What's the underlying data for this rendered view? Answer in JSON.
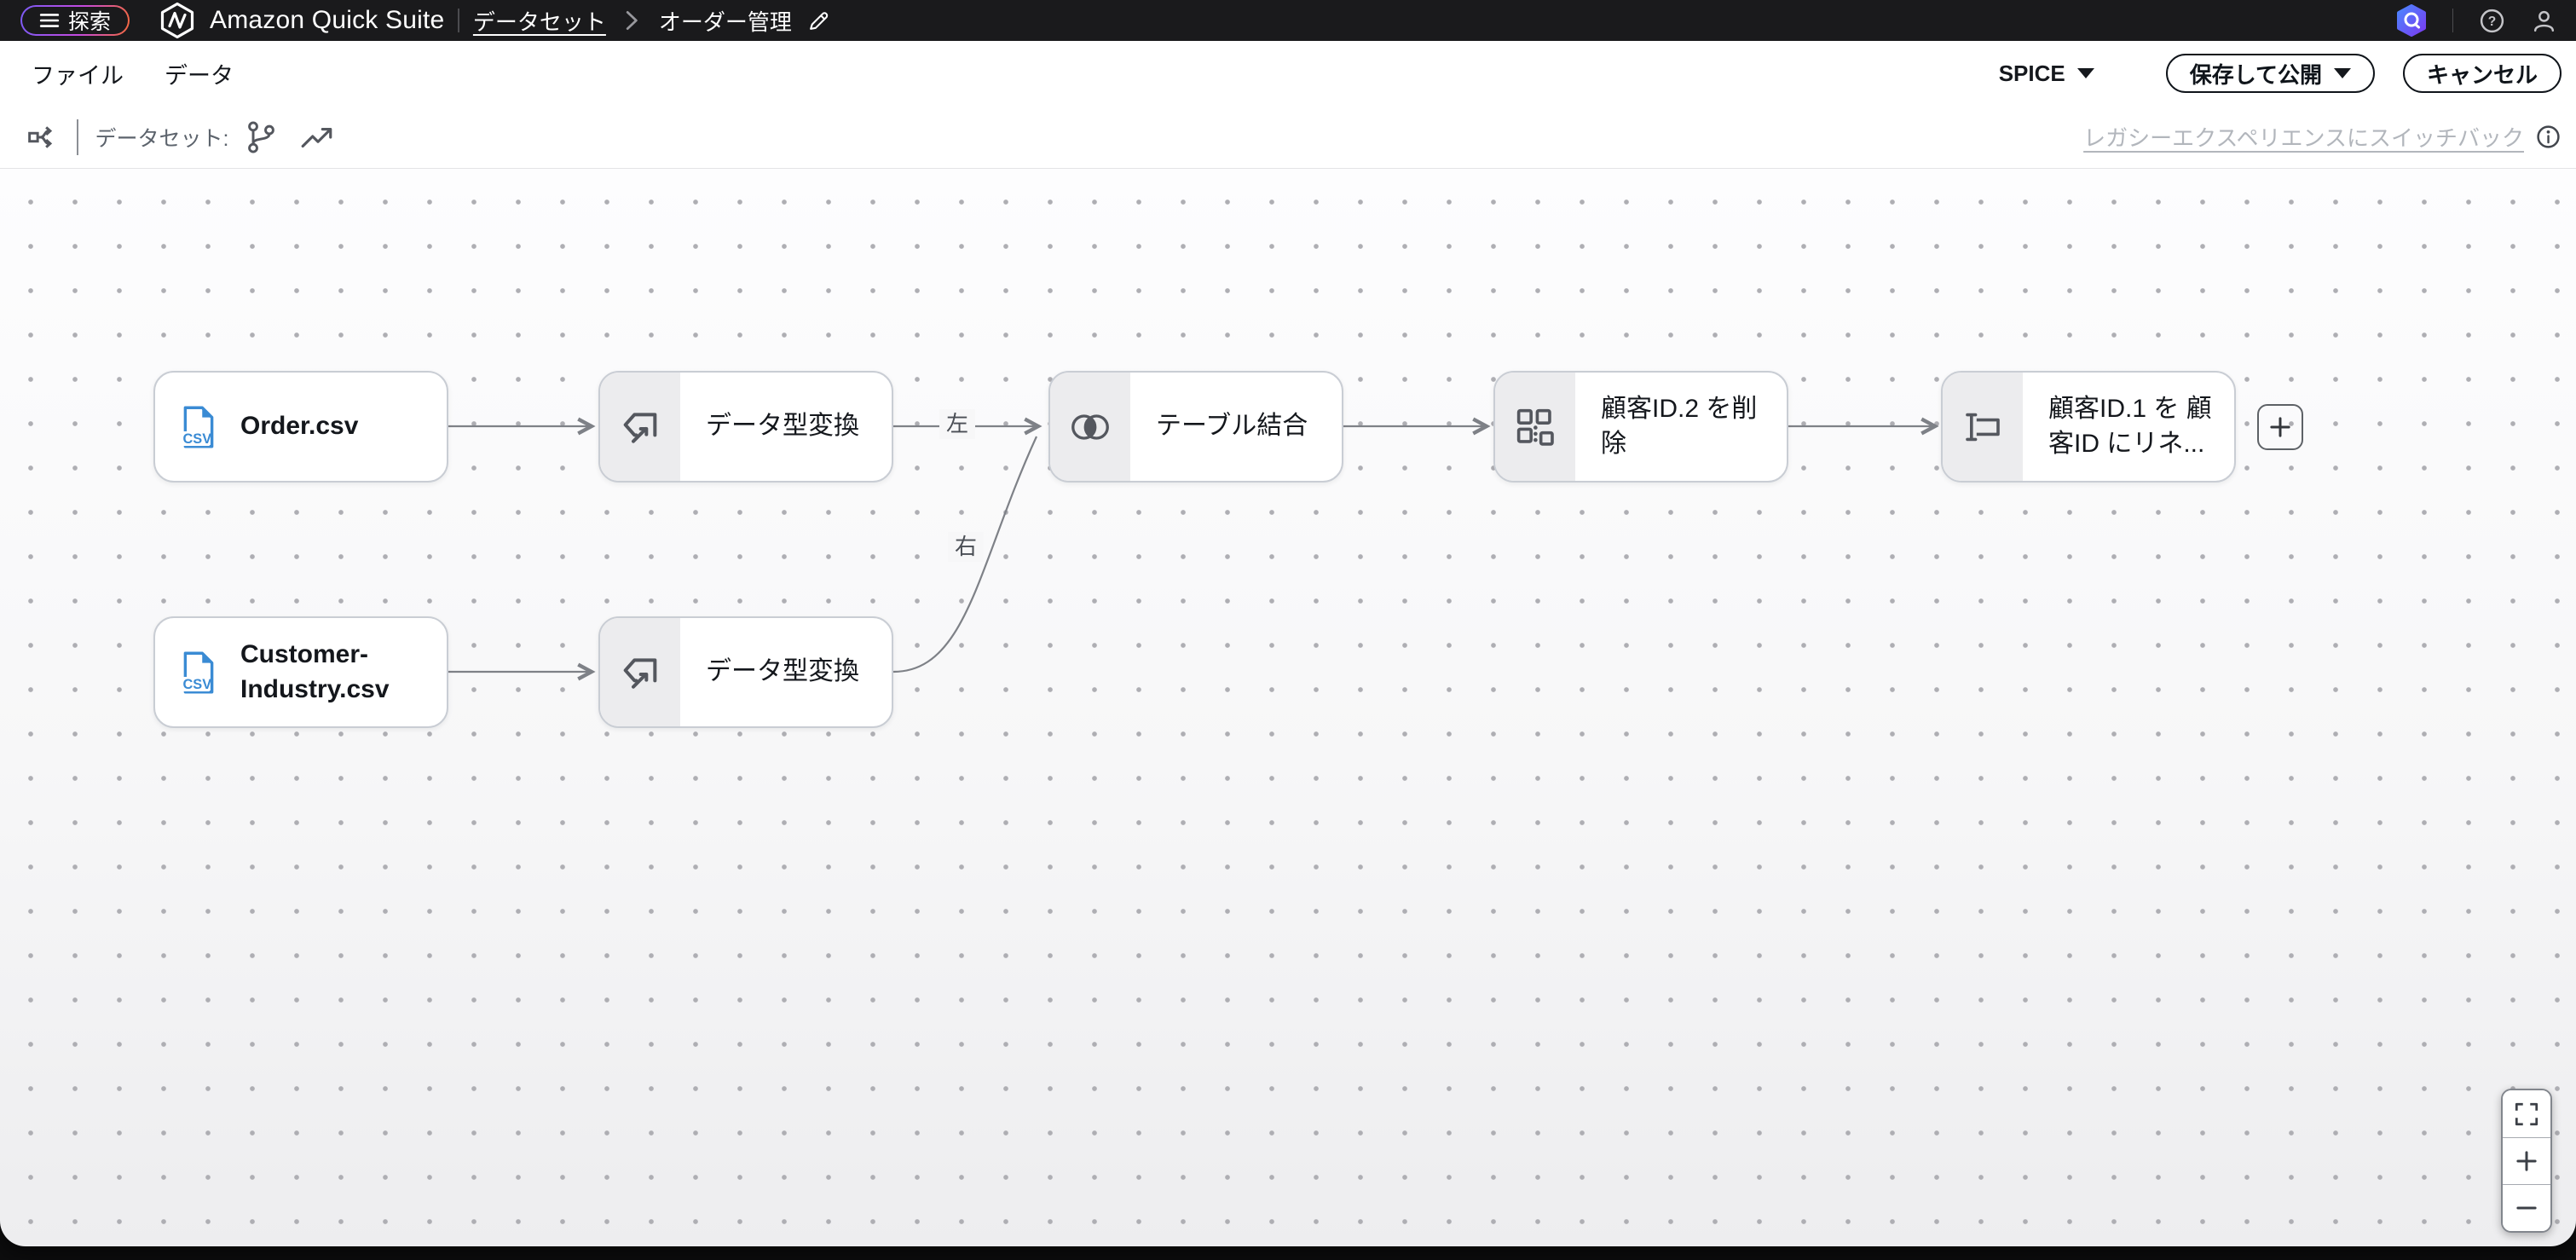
{
  "topbar": {
    "explore_button": "探索",
    "app_title": "Amazon Quick Suite",
    "breadcrumb": {
      "dataset": "データセット",
      "page": "オーダー管理"
    }
  },
  "menubar": {
    "file": "ファイル",
    "data": "データ",
    "spice": "SPICE",
    "save_publish": "保存して公開",
    "cancel": "キャンセル"
  },
  "toolbar": {
    "dataset_label": "データセット:",
    "legacy_link": "レガシーエクスペリエンスにスイッチバック"
  },
  "canvas": {
    "csv_icon_label": "CSV",
    "nodes": [
      {
        "label": "Order.csv",
        "type": "csv-source"
      },
      {
        "label": "データ型変換",
        "type": "data-type-convert"
      },
      {
        "label": "テーブル結合",
        "type": "table-join"
      },
      {
        "label": "顧客ID.2 を削除",
        "type": "drop-column"
      },
      {
        "label": "顧客ID.1 を 顧客ID にリネ...",
        "type": "rename-column"
      },
      {
        "label": "Customer-Industry.csv",
        "type": "csv-source"
      },
      {
        "label": "データ型変換",
        "type": "data-type-convert"
      }
    ],
    "edge_labels": {
      "left": "左",
      "right": "右"
    }
  },
  "colors": {
    "topbar_bg": "#1a1a1c",
    "explore_gradient": [
      "#7b5bf5",
      "#c44ae0",
      "#f5693d"
    ],
    "assistant_gradient": [
      "#4a86ff",
      "#7a3bf0"
    ],
    "csv_blue": "#3a8bd4",
    "node_border": "#c9cdd4",
    "edge_gray": "#7e8187"
  }
}
